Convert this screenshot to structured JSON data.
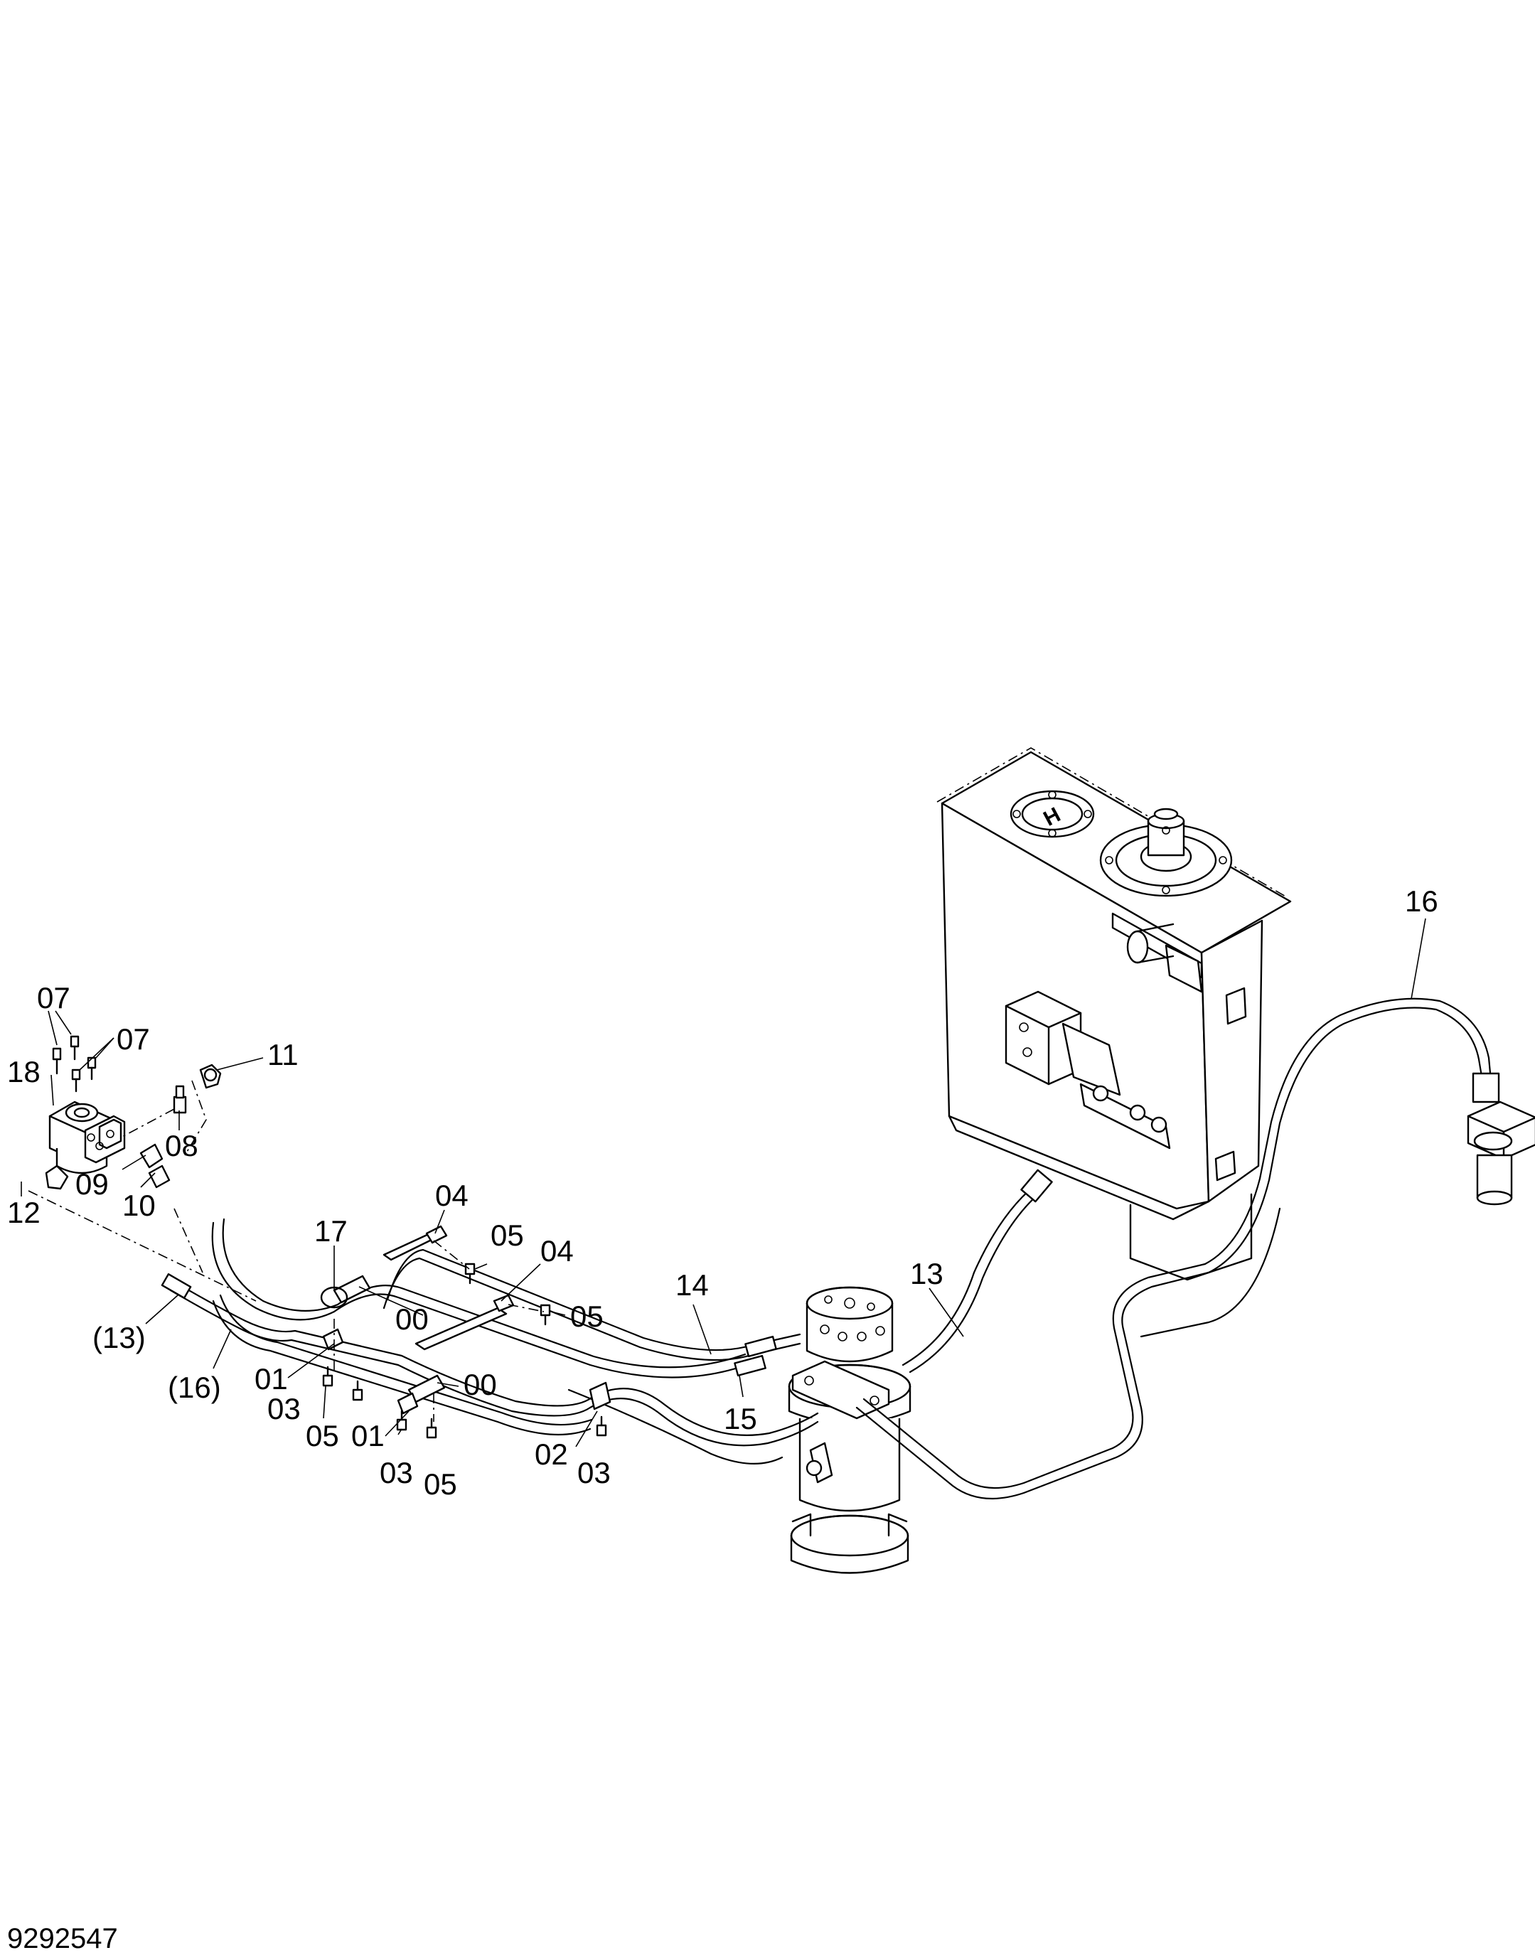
{
  "drawing_number": "9292547",
  "callouts": {
    "c07a": "07",
    "c07b": "07",
    "c18": "18",
    "c11": "11",
    "c08": "08",
    "c09": "09",
    "c10": "10",
    "c12": "12",
    "c13p": "(13)",
    "c16p": "(16)",
    "c17": "17",
    "c04a": "04",
    "c04b": "04",
    "c05a": "05",
    "c05b": "05",
    "c05c": "05",
    "c05d": "05",
    "c00a": "00",
    "c00b": "00",
    "c01a": "01",
    "c01b": "01",
    "c03a": "03",
    "c03b": "03",
    "c03c": "03",
    "c02": "02",
    "c14": "14",
    "c15": "15",
    "c13": "13",
    "c16": "16"
  }
}
